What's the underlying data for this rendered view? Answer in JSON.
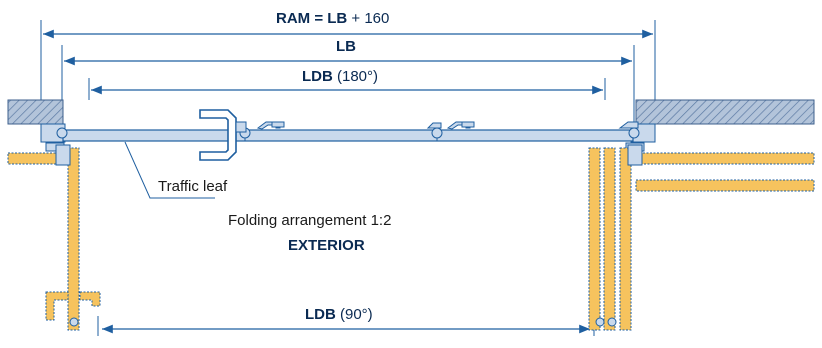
{
  "dimensions": {
    "ram": {
      "bold": "RAM = LB",
      "rest": " + 160"
    },
    "lb": {
      "bold": "LB",
      "rest": ""
    },
    "ldb180": {
      "bold": "LDB",
      "rest": " (180°)"
    },
    "ldb90": {
      "bold": "LDB",
      "rest": " (90°)"
    }
  },
  "labels": {
    "traffic_leaf": "Traffic leaf",
    "arrangement": "Folding arrangement  1:2",
    "side": "EXTERIOR"
  },
  "colors": {
    "line": "#1f5fa0",
    "leaf_fill": "#f6c35e",
    "frame_fill": "#c9d9ec",
    "wall_fill": "#8fa6c4"
  }
}
